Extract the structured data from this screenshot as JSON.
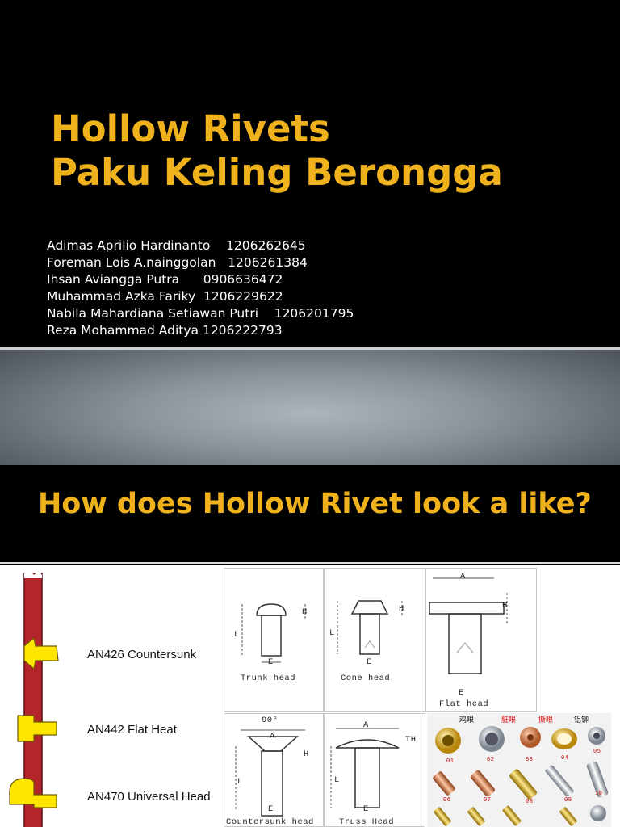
{
  "slide1": {
    "title_line1": "Hollow Rivets",
    "title_line2": "Paku Keling Berongga",
    "authors": [
      "Adimas Aprilio Hardinanto    1206262645",
      "Foreman Lois A.nainggolan   1206261384",
      "Ihsan Aviangga Putra      0906636472",
      "Muhammad Azka Fariky  1206229622",
      "Nabila Mahardiana Setiawan Putri    1206201795",
      "Reza Mohammad Aditya 1206222793"
    ]
  },
  "slide2": {
    "heading": "How does Hollow Rivet look a like?",
    "rivet_types": [
      "AN426 Countersunk",
      "AN442 Flat Heat",
      "AN470 Universal Head"
    ],
    "diagram_captions": [
      "Trunk head",
      "Cone head",
      "Flat head",
      "Countersunk head",
      "Truss Head"
    ],
    "dimension_labels": {
      "height": "H",
      "length": "L",
      "shank": "E",
      "width": "A",
      "angle": "90°",
      "truss_height": "TH"
    },
    "photo_tags": [
      "鸡眼",
      "脏眼",
      "撕眼",
      "铝铆"
    ],
    "photo_numbers": [
      "01",
      "02",
      "03",
      "04",
      "05",
      "06",
      "07",
      "08",
      "09",
      "10"
    ]
  },
  "colors": {
    "title": "#f0b21c",
    "background": "#000000",
    "rivet_red": "#b3252a",
    "rivet_yellow": "#ffe600"
  }
}
